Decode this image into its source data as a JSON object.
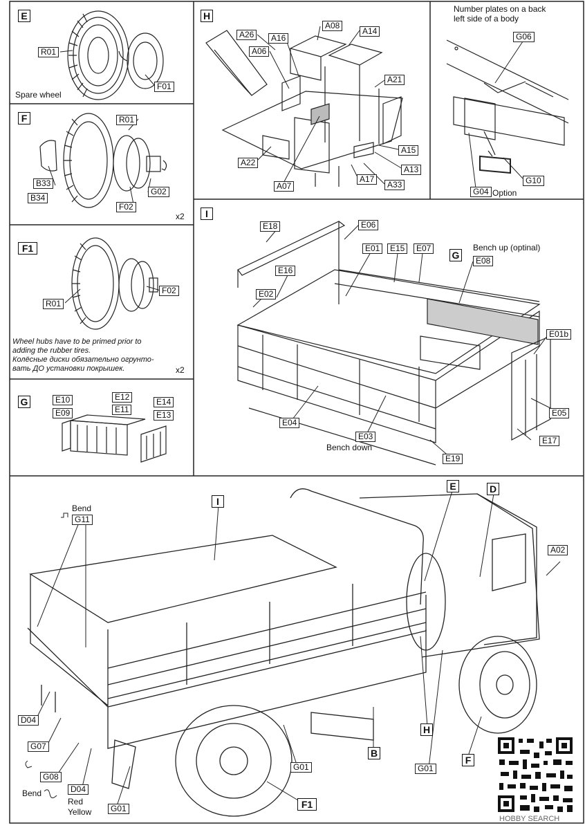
{
  "panels": {
    "E": {
      "letter": "E",
      "caption": "Spare wheel",
      "parts": [
        "R01",
        "F01"
      ]
    },
    "F": {
      "letter": "F",
      "parts": [
        "R01",
        "B33",
        "B34",
        "G02",
        "F02"
      ],
      "multiplier": "x2"
    },
    "F1": {
      "letter": "F1",
      "parts": [
        "R01",
        "F02"
      ],
      "note_en": "Wheel hubs have to be primed prior to adding the rubber tires.",
      "note_en_1": "Wheel hubs have to be primed prior to",
      "note_en_2": "adding the rubber tires.",
      "note_ru_1": "Колёсные диски обязательно огрунто-",
      "note_ru_2": "вать ДО установки покрышек.",
      "multiplier": "x2"
    },
    "G": {
      "letter": "G",
      "parts": [
        "E10",
        "E12",
        "E09",
        "E11",
        "E14",
        "E13"
      ]
    },
    "H": {
      "letter": "H",
      "parts": [
        "A26",
        "A16",
        "A08",
        "A14",
        "A06",
        "A21",
        "A22",
        "A15",
        "A13",
        "A07",
        "A17",
        "A33"
      ]
    },
    "plates": {
      "title_1": "Number plates on a back",
      "title_2": "left side of a body",
      "parts": [
        "G06",
        "G10",
        "G04"
      ],
      "option": "Option"
    },
    "I": {
      "letter": "I",
      "parts": [
        "E18",
        "E06",
        "E01",
        "E15",
        "E07",
        "E08",
        "E16",
        "E02",
        "E01b",
        "E05",
        "E04",
        "E03",
        "E17",
        "E19"
      ],
      "bench_up": "Bench up (optinal)",
      "bench_down": "Bench down",
      "sub_letter": "G"
    }
  },
  "assembly": {
    "bend_top": "Bend",
    "bend_bottom": "Bend",
    "red": "Red",
    "yellow": "Yellow",
    "callouts": [
      "G11",
      "I",
      "E",
      "D",
      "A02",
      "D04",
      "G07",
      "G08",
      "D04",
      "G01",
      "G01",
      "G01",
      "B",
      "H",
      "F",
      "F1"
    ]
  },
  "watermark": "HOBBY SEARCH"
}
